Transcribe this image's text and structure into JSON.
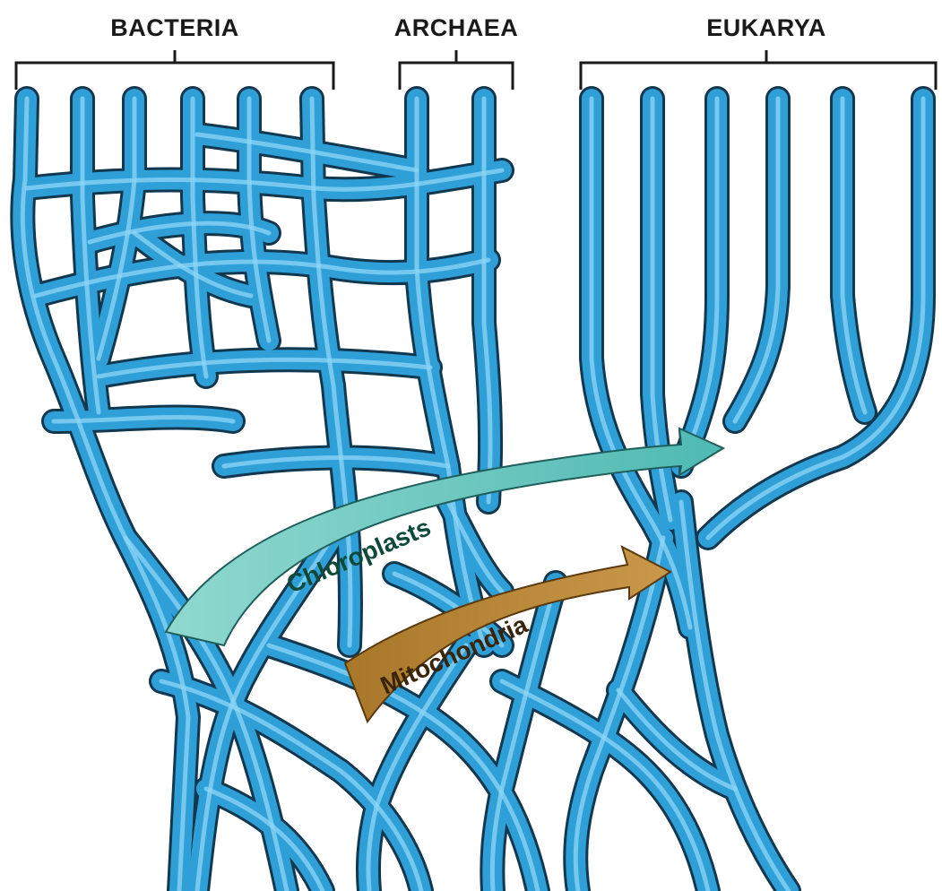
{
  "domains": [
    {
      "id": "bacteria",
      "label": "BACTERIA"
    },
    {
      "id": "archaea",
      "label": "ARCHAEA"
    },
    {
      "id": "eukarya",
      "label": "EUKARYA"
    }
  ],
  "transfers": [
    {
      "id": "chloroplasts",
      "label": "Chloroplasts",
      "color": "#5fc3bd",
      "text_color": "#0d4a3a"
    },
    {
      "id": "mitochondria",
      "label": "Mitochondria",
      "color": "#b5893b",
      "text_color": "#3a2409"
    }
  ],
  "colors": {
    "branch": "#2f9fd8",
    "branch_outline": "#12384f",
    "branch_highlight": "#8fd6f5",
    "background": "#ffffff",
    "label": "#1a1a1a"
  }
}
